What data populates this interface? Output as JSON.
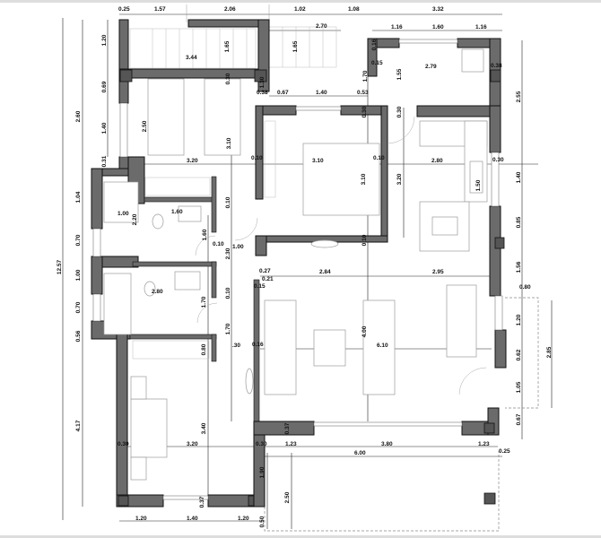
{
  "drawing": {
    "type": "floor-plan",
    "top_dimensions": [
      "0.25",
      "1.57",
      "2.06",
      "1.02",
      "1.08",
      "3.32",
      "2.70",
      "1.16",
      "1.60",
      "1.16"
    ],
    "stair_area": [
      "3.44",
      "1.65",
      "1.65",
      "1.20",
      "0.69",
      "0.30"
    ],
    "kitchen_upper": [
      "0.16",
      "0.15",
      "2.79",
      "0.38",
      "1.70",
      "1.55",
      "2.55"
    ],
    "bedroom_1": [
      "1.30",
      "0.38",
      "0.67",
      "1.40",
      "0.53",
      "2.60",
      "1.40",
      "2.50",
      "3.10",
      "0.31",
      "3.20",
      "0.10"
    ],
    "bedroom_2": [
      "3.10",
      "0.10",
      "0.30",
      "0.30",
      "3.10",
      "3.20",
      "0.10"
    ],
    "kitchen": [
      "2.80",
      "0.30",
      "1.40",
      "1.50",
      "0.85",
      "1.56"
    ],
    "baths": [
      "1.04",
      "1.00",
      "1.60",
      "2.20",
      "0.10",
      "1.60",
      "0.10",
      "0.70",
      "2.30",
      "1.00",
      "1.00",
      "2.80",
      "0.10",
      "1.70",
      "0.70",
      "0.56",
      "1.70",
      "0.80",
      ".30"
    ],
    "overall": [
      "12.57"
    ],
    "living": [
      "0.27",
      "0.21",
      "0.15",
      "2.84",
      "2.95",
      "0.80",
      "4.00",
      "1.20",
      "2.85",
      "0.16",
      "6.10",
      "0.62",
      "1.05",
      "0.67"
    ],
    "bedroom_3": [
      "4.17",
      "3.40",
      "0.37",
      "0.30",
      "3.20",
      "0.30",
      "0.37",
      "1.20",
      "1.40",
      "1.20"
    ],
    "terrace": [
      "1.23",
      "3.80",
      "1.23",
      "6.00",
      "0.25",
      "1.90",
      "2.50",
      "0.50"
    ]
  }
}
